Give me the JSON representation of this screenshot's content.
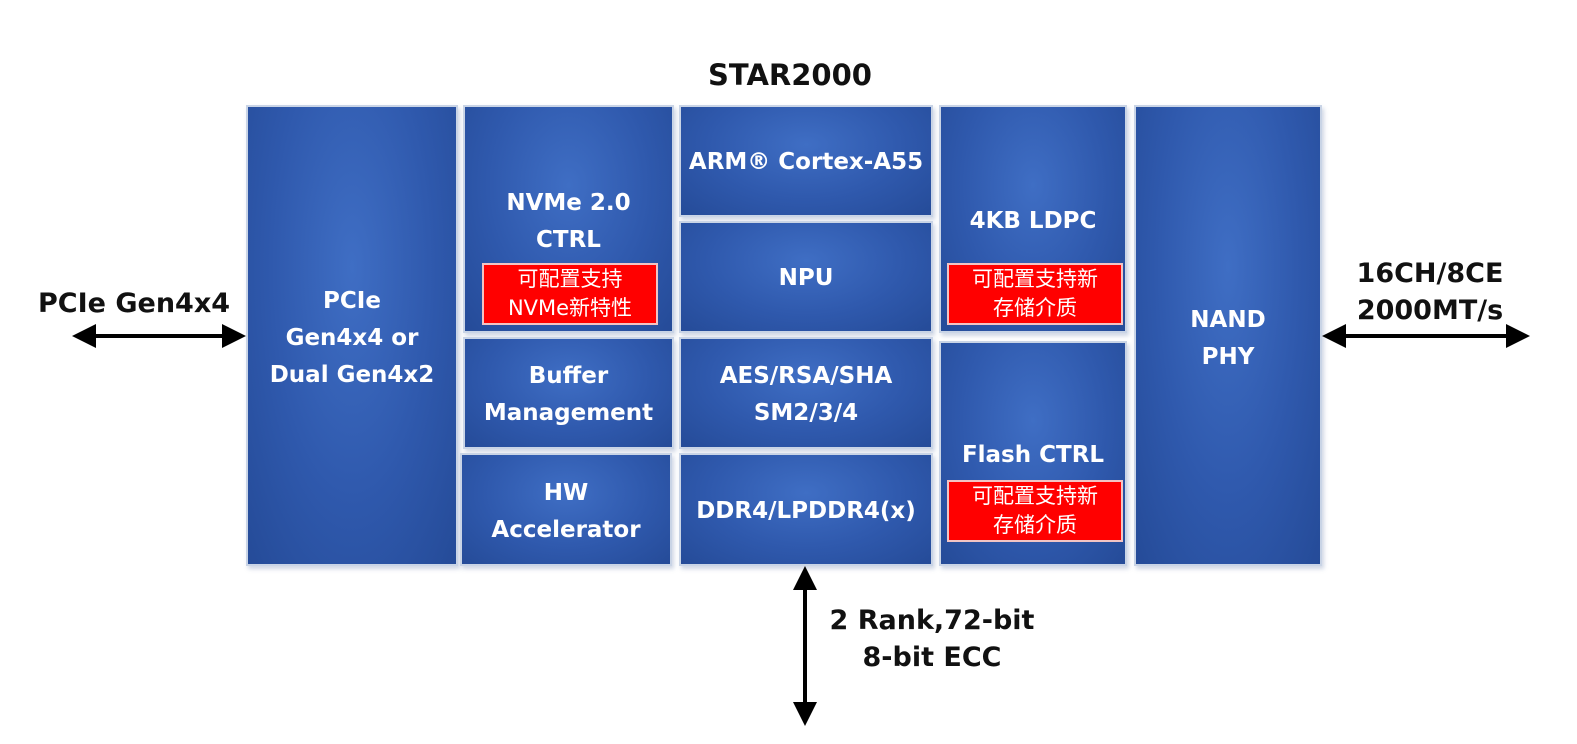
{
  "title": "STAR2000",
  "blocks": {
    "pcie": [
      "PCIe",
      "Gen4x4 or",
      "Dual Gen4x2"
    ],
    "nvme": [
      "NVMe 2.0",
      "CTRL"
    ],
    "nvme_note": [
      "可配置支持",
      "NVMe新特性"
    ],
    "arm": "ARM® Cortex-A55",
    "npu": "NPU",
    "ldpc": "4KB LDPC",
    "ldpc_note": [
      "可配置支持新",
      "存储介质"
    ],
    "buffer": [
      "Buffer",
      "Management"
    ],
    "crypto": [
      "AES/RSA/SHA",
      "SM2/3/4"
    ],
    "flash": "Flash CTRL",
    "flash_note": [
      "可配置支持新",
      "存储介质"
    ],
    "hw": [
      "HW",
      "Accelerator"
    ],
    "ddr": "DDR4/LPDDR4(x)",
    "nand": [
      "NAND",
      "PHY"
    ]
  },
  "external": {
    "left": "PCIe Gen4x4",
    "right": [
      "16CH/8CE",
      "2000MT/s"
    ],
    "bottom": [
      "2 Rank,72-bit",
      "8-bit ECC"
    ]
  },
  "colors": {
    "block_fill": "#2f59ad",
    "note_fill": "#ff0000",
    "text": "#111111"
  }
}
